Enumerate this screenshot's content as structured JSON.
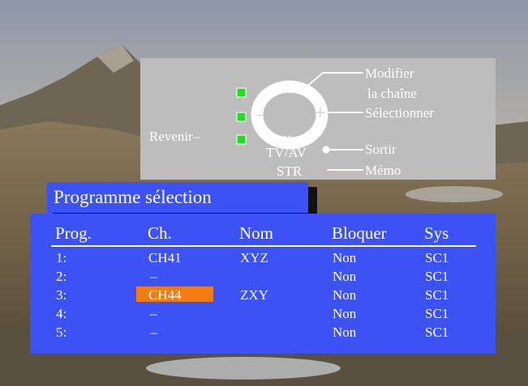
{
  "remote": {
    "modifier": "Modifier",
    "la_chaine": "la chaîne",
    "selectionner": "Sélectionner",
    "revenir": "Revenir–",
    "tvav": "TV/AV",
    "sortir": "Sortir",
    "str": "STR",
    "memo": "Mémo",
    "up_glyph": "∧",
    "down_glyph": "∨",
    "minus_glyph": "–",
    "plus_glyph": "+"
  },
  "title": "Programme sélection",
  "table": {
    "headers": [
      "Prog.",
      "Ch.",
      "Nom",
      "Bloquer",
      "Sys"
    ],
    "rows": [
      {
        "prog": "1:",
        "ch": "CH41",
        "nom": "XYZ",
        "bloquer": "Non",
        "sys": "SC1"
      },
      {
        "prog": "2:",
        "ch": "–",
        "nom": "",
        "bloquer": "Non",
        "sys": "SC1"
      },
      {
        "prog": "3:",
        "ch": "CH44",
        "nom": "ZXY",
        "bloquer": "Non",
        "sys": "SC1"
      },
      {
        "prog": "4:",
        "ch": "–",
        "nom": "",
        "bloquer": "Non",
        "sys": "SC1"
      },
      {
        "prog": "5:",
        "ch": "–",
        "nom": "",
        "bloquer": "Non",
        "sys": "SC1"
      }
    ],
    "highlighted_row": 3
  },
  "colors": {
    "panel_blue": "#3c52f4",
    "highlight_orange": "#f27b12",
    "remote_gray": "#bdbdbd",
    "indicator_green": "#22dd22"
  }
}
